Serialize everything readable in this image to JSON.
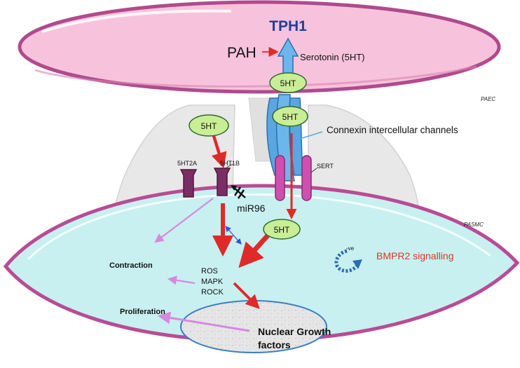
{
  "cells": {
    "endothelial_label": "PAEC",
    "smooth_muscle_label": "PASMC"
  },
  "enzyme": {
    "name": "TPH1",
    "color": "#1f3f9e"
  },
  "disease": {
    "name": "PAH"
  },
  "serotonin": {
    "label": "Serotonin (5HT)",
    "abbrev": "5HT"
  },
  "structures": {
    "connexin": "Connexin intercellular channels",
    "sert": "SERT",
    "receptor_2a": "5HT2A",
    "receptor_1b": "5HT1B",
    "mirna": "miR96"
  },
  "effects": {
    "contraction": "Contraction",
    "proliferation": "Proliferation",
    "signals": [
      "ROS",
      "MAPK",
      "ROCK"
    ],
    "nucleus_line1": "Nuclear Growth",
    "nucleus_line2": "factors",
    "bmpr2": "BMPR2 signalling",
    "negative": "-ve"
  },
  "colors": {
    "endothelial_fill": "#f7c3dc",
    "endothelial_border": "#b04a8d",
    "smooth_muscle_fill": "#c8f0f0",
    "smooth_muscle_border": "#b84c95",
    "serotonin_bubble": "#c9ee96",
    "red_arrow": "#e02a2a",
    "lilac_arrow": "#d58ae0",
    "channel_blue": "#5aa6e0",
    "receptor_purple": "#7a2e63",
    "bmpr2_text": "#e0361f",
    "lung_gray": "#e8e8e8"
  }
}
